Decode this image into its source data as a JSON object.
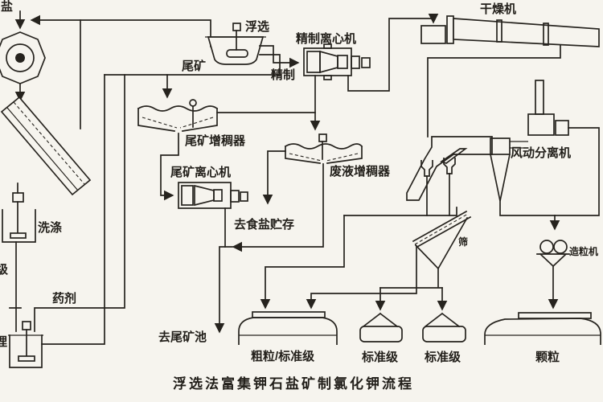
{
  "title": "浮选法富集钾石盐矿制氯化钾流程",
  "labels": {
    "ore_partial": "盐",
    "flotation": "浮选",
    "refining_centrifuge": "精制离心机",
    "dryer": "干燥机",
    "tailings": "尾矿",
    "refined": "精制",
    "tailings_thickener": "尾矿增稠器",
    "tailings_centrifuge": "尾矿离心机",
    "waste_thickener": "废液增稠器",
    "pneumatic_separator": "风动分离机",
    "washing": "洗涤",
    "to_salt_storage": "去食盐贮存",
    "reagent": "药剂",
    "grade_partial": "级",
    "conditioning_partial": "理",
    "to_tailings_pond": "去尾矿池",
    "screen": "筛",
    "granulator": "造粒机",
    "product_coarse_standard": "粗粒/标准级",
    "product_standard_1": "标准级",
    "product_standard_2": "标准级",
    "product_granules": "颗粒"
  },
  "colors": {
    "ink": "#26231e",
    "paper": "#f6f4ee"
  }
}
